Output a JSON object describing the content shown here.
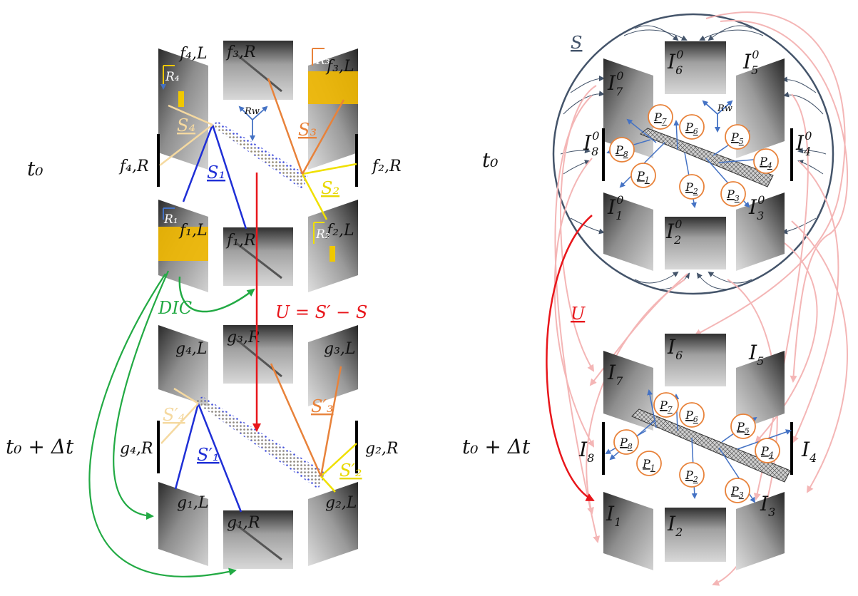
{
  "left_diagram": {
    "time_labels": {
      "t0": "t₀",
      "t0_dt": "t₀ + Δt"
    },
    "frames_top": {
      "f4L": "f₄,L",
      "f3R": "f₃,R",
      "f3L": "f₃,L",
      "f4R": "f₄,R",
      "f2R": "f₂,R",
      "f1L": "f₁,L",
      "f1R": "f₁,R",
      "f2L": "f₂,L"
    },
    "frames_bottom": {
      "g4L": "g₄,L",
      "g3R": "g₃,R",
      "g3L": "g₃,L",
      "g4R": "g₄,R",
      "g2R": "g₂,R",
      "g1L": "g₁,L",
      "g1R": "g₁,R",
      "g2L": "g₂,L"
    },
    "rig_labels": {
      "R1": "R₁",
      "R2": "R₂",
      "R3": "R₃",
      "R4": "R₄",
      "Rw": "Rw"
    },
    "shapes_top": {
      "S1": "S₁",
      "S2": "S₂",
      "S3": "S₃",
      "S4": "S₄"
    },
    "shapes_bottom": {
      "S1p": "S′₁",
      "S2p": "S′₂",
      "S3p": "S′₃",
      "S4p": "S′₄"
    },
    "dic_label": "DIC",
    "displacement_eq": "U = S′ − S",
    "colors": {
      "S1": "#1f2fd6",
      "S2": "#f0e000",
      "S3": "#e8823a",
      "S4": "#f5d9a0",
      "dic": "#22aa44",
      "U": "#e8161b"
    }
  },
  "right_diagram": {
    "time_labels": {
      "t0": "t₀",
      "t0_dt": "t₀ + Δt"
    },
    "S_label": "S",
    "U_label": "U",
    "Rw_label": "Rw",
    "images_ref": {
      "I1": "I",
      "I2": "I",
      "I3": "I",
      "I4": "I",
      "I5": "I",
      "I6": "I",
      "I7": "I",
      "I8": "I"
    },
    "images_ref_sub": {
      "I1": "1",
      "I2": "2",
      "I3": "3",
      "I4": "4",
      "I5": "5",
      "I6": "6",
      "I7": "7",
      "I8": "8"
    },
    "images_ref_sup": "0",
    "points": {
      "P1": "P",
      "P2": "P",
      "P3": "P",
      "P4": "P",
      "P5": "P",
      "P6": "P",
      "P7": "P",
      "P8": "P"
    },
    "points_sub": {
      "P1": "1",
      "P2": "2",
      "P3": "3",
      "P4": "4",
      "P5": "5",
      "P6": "6",
      "P7": "7",
      "P8": "8"
    },
    "colors": {
      "circle": "#44546a",
      "arrow": "#4472c4",
      "pink": "#f4b6b6",
      "U": "#e8161b",
      "point_ring": "#e8823a"
    }
  }
}
